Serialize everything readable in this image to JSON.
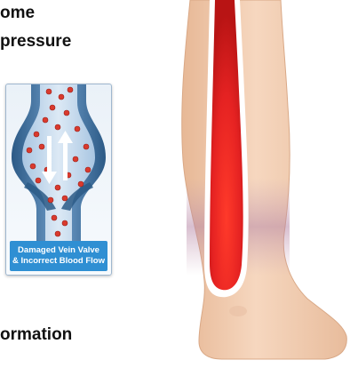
{
  "heading": {
    "line1": "ome",
    "line2": "pressure",
    "line3": "ormation"
  },
  "valve_panel": {
    "caption_line1": "Damaged Vein Valve",
    "caption_line2": "& Incorrect Blood Flow",
    "icons": [
      "arrow-down-icon",
      "arrow-up-icon"
    ]
  },
  "colors": {
    "skin": "#f3cfb3",
    "vein_red": "#e52222",
    "vein_blue": "#3d6e9c",
    "caption_blue": "#2f8fd3",
    "blood_cell": "#d93a2e"
  }
}
